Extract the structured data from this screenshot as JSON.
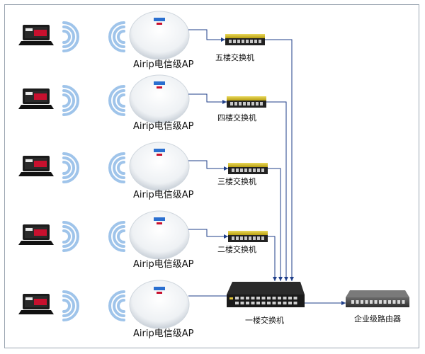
{
  "floors": [
    {
      "ap_label": "Airip电信级AP",
      "switch_label": "五楼交换机"
    },
    {
      "ap_label": "Airip电信级AP",
      "switch_label": "四楼交换机"
    },
    {
      "ap_label": "Airip电信级AP",
      "switch_label": "三楼交换机"
    },
    {
      "ap_label": "Airip电信级AP",
      "switch_label": "二楼交换机"
    },
    {
      "ap_label": "Airip电信级AP"
    }
  ],
  "core_switch_label": "一楼交换机",
  "router_label": "企业级路由器",
  "colors": {
    "link": "#1f3f8a",
    "wifi": "#9fc4ea",
    "switch_body": "#222222",
    "switch_top": "#d8c12a",
    "router_body": "#4a4a4a",
    "frame": "#9aa5b1",
    "ap_shell": "#eef1f4",
    "laptop_screen": "#c8102e"
  },
  "icons": [
    "laptop-icon",
    "wifi-signal-icon",
    "access-point-icon",
    "switch-icon",
    "core-switch-icon",
    "router-icon"
  ]
}
